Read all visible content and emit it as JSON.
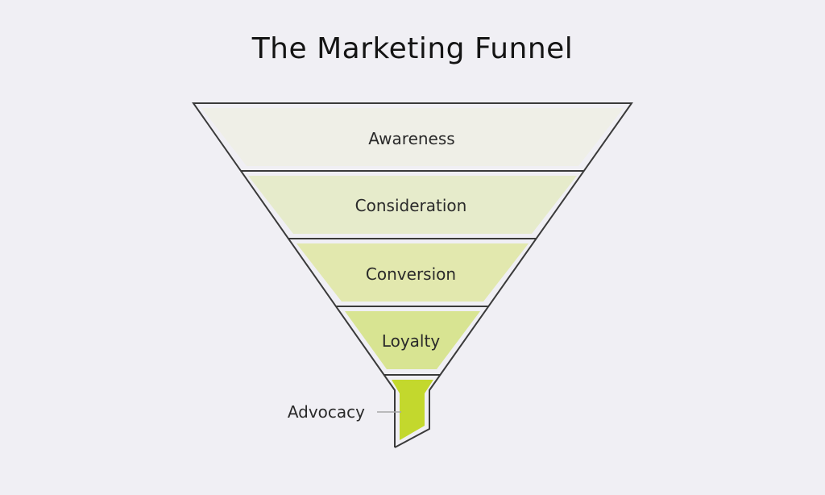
{
  "title": "The Marketing Funnel",
  "stages": [
    {
      "label": "Awareness",
      "color": "#efefe7"
    },
    {
      "label": "Consideration",
      "color": "#e6ebcb"
    },
    {
      "label": "Conversion",
      "color": "#e2e8ae"
    },
    {
      "label": "Loyalty",
      "color": "#d8e492"
    },
    {
      "label": "Advocacy",
      "color": "#c3d82d"
    }
  ],
  "colors": {
    "background": "#f0eff4",
    "outline": "#3a3a3a",
    "leader_line": "#a8a8a8"
  }
}
